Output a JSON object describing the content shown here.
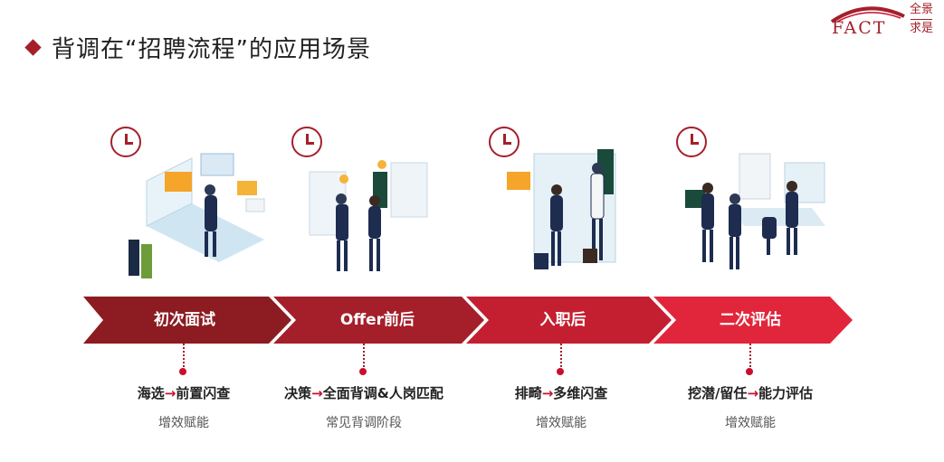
{
  "header": {
    "title": "背调在“招聘流程”的应用场景",
    "logo": {
      "wordmark": "FACT",
      "cn_top": "全景",
      "cn_bottom": "求是"
    }
  },
  "colors": {
    "accent": "#a51f2b",
    "red": "#c8102e"
  },
  "stages": [
    {
      "label": "初次面试",
      "pre": "海选",
      "post": "前置闪查",
      "sub": "增效赋能",
      "color": "#8c1c22"
    },
    {
      "label": "Offer前后",
      "pre": "决策",
      "post": "全面背调&人岗匹配",
      "sub": "常见背调阶段",
      "color": "#a51f2b"
    },
    {
      "label": "入职后",
      "pre": "排畸",
      "post": "多维闪查",
      "sub": "增效赋能",
      "color": "#c41f30"
    },
    {
      "label": "二次评估",
      "pre": "挖潜/留任",
      "post": "能力评估",
      "sub": "增效赋能",
      "color": "#e1263b"
    }
  ],
  "arrow_glyph": "→"
}
